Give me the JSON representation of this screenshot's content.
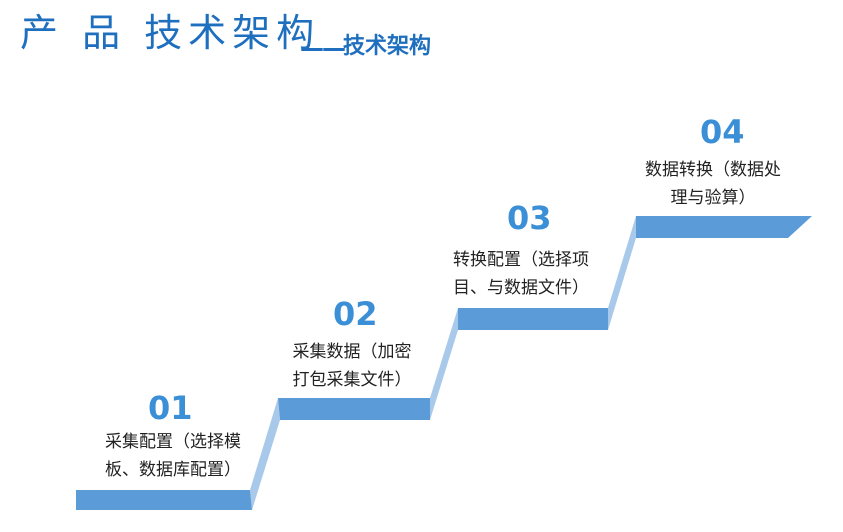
{
  "title": {
    "main": "产 品 技术架构",
    "dash": "——",
    "sub": "技术架构"
  },
  "steps": [
    {
      "number": "01",
      "line1": "采集配置（选择模",
      "line2": "板、数据库配置）"
    },
    {
      "number": "02",
      "line1": "采集数据（加密",
      "line2": "打包采集文件）"
    },
    {
      "number": "03",
      "line1": "转换配置（选择项",
      "line2": "目、与数据文件）"
    },
    {
      "number": "04",
      "line1": "数据转换（数据处",
      "line2": "理与验算）"
    }
  ],
  "colors": {
    "title": "#1f6fbf",
    "tread": "#5b9bd8",
    "riser": "#a8c9ea",
    "number": "#3b8fd6"
  }
}
